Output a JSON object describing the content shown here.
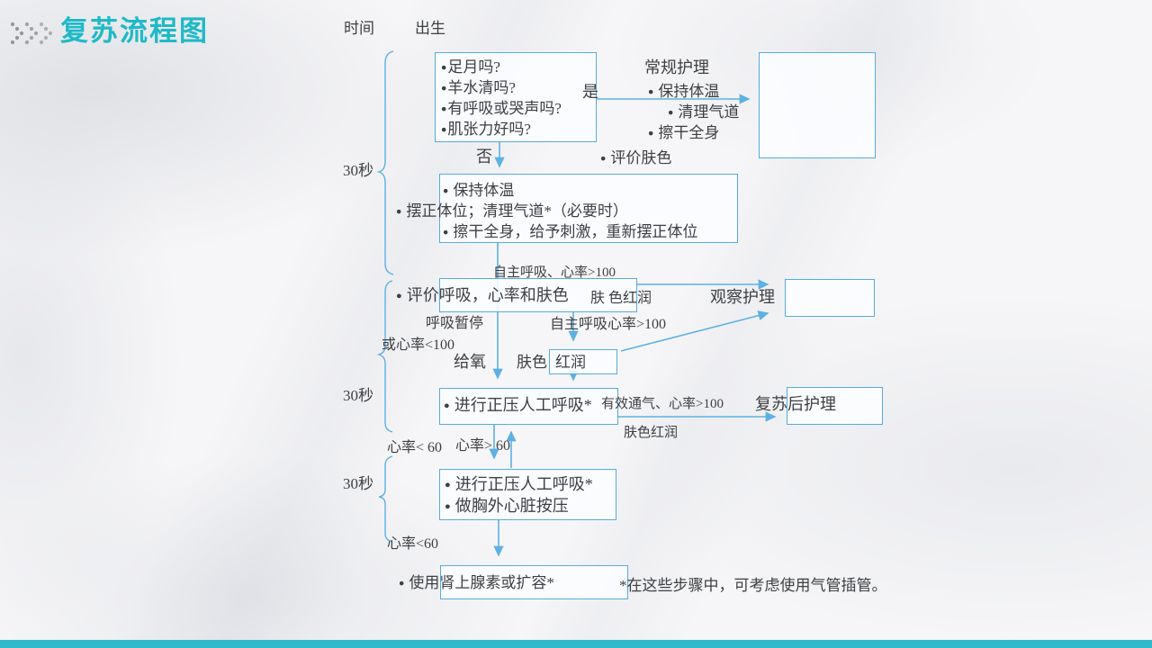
{
  "slide": {
    "title": "复苏流程图",
    "time_label": "时间",
    "birth_label": "出生",
    "footnote": "*在这些步骤中，可考虑使用气管插管。"
  },
  "colors": {
    "accent_teal": "#1fb9c8",
    "footer_bar_teal": "#2fb9c9",
    "flow_line_blue": "#5fb0e2",
    "box_border_blue": "#58aadd",
    "text_gray": "#3d3f42",
    "chevron_gray": "#94969a"
  },
  "brackets": [
    {
      "label": "30秒"
    },
    {
      "label": "30秒"
    },
    {
      "label": "30秒"
    }
  ],
  "flowchart": {
    "assessment_box": {
      "items": [
        "足月吗?",
        "羊水清吗?",
        "有呼吸或哭声吗?",
        "肌张力好吗?"
      ]
    },
    "routine_care": {
      "title": "常规护理",
      "items": [
        "保持体温",
        "清理气道",
        "擦干全身",
        "评价肤色"
      ]
    },
    "initial_steps": {
      "items": [
        "保持体温",
        "摆正体位；清理气道*（必要时）",
        "擦干全身，给予刺激，重新摆正体位"
      ]
    },
    "evaluate_label": "评价呼吸，心率和肤色",
    "observe_care_label": "观察护理",
    "pink_prefix": "肤色",
    "pink_boxed": "红润",
    "ppv_label": "进行正压人工呼吸*",
    "post_resus_label": "复苏后护理",
    "ppv_compressions": {
      "items": [
        "进行正压人工呼吸*",
        "做胸外心脏按压"
      ]
    },
    "epinephrine_label": "使用肾上腺素或扩容*"
  },
  "edge_labels": {
    "yes": "是",
    "no": "否",
    "spont_breath_hr100": "自主呼吸、心率>100",
    "skin_pink_spaced": "肤 色红润",
    "apnea": "呼吸暂停",
    "or_hr_lt100": "或心率<100",
    "spont_hr100": "自主呼吸心率>100",
    "give_oxygen": "给氧",
    "effective_vent_hr100": "有效通气、心率>100",
    "skin_pink": "肤色红润",
    "hr_lt60": "心率< 60",
    "hr_gt60": "心率> 60",
    "hr_lt60_2": "心率<60"
  }
}
